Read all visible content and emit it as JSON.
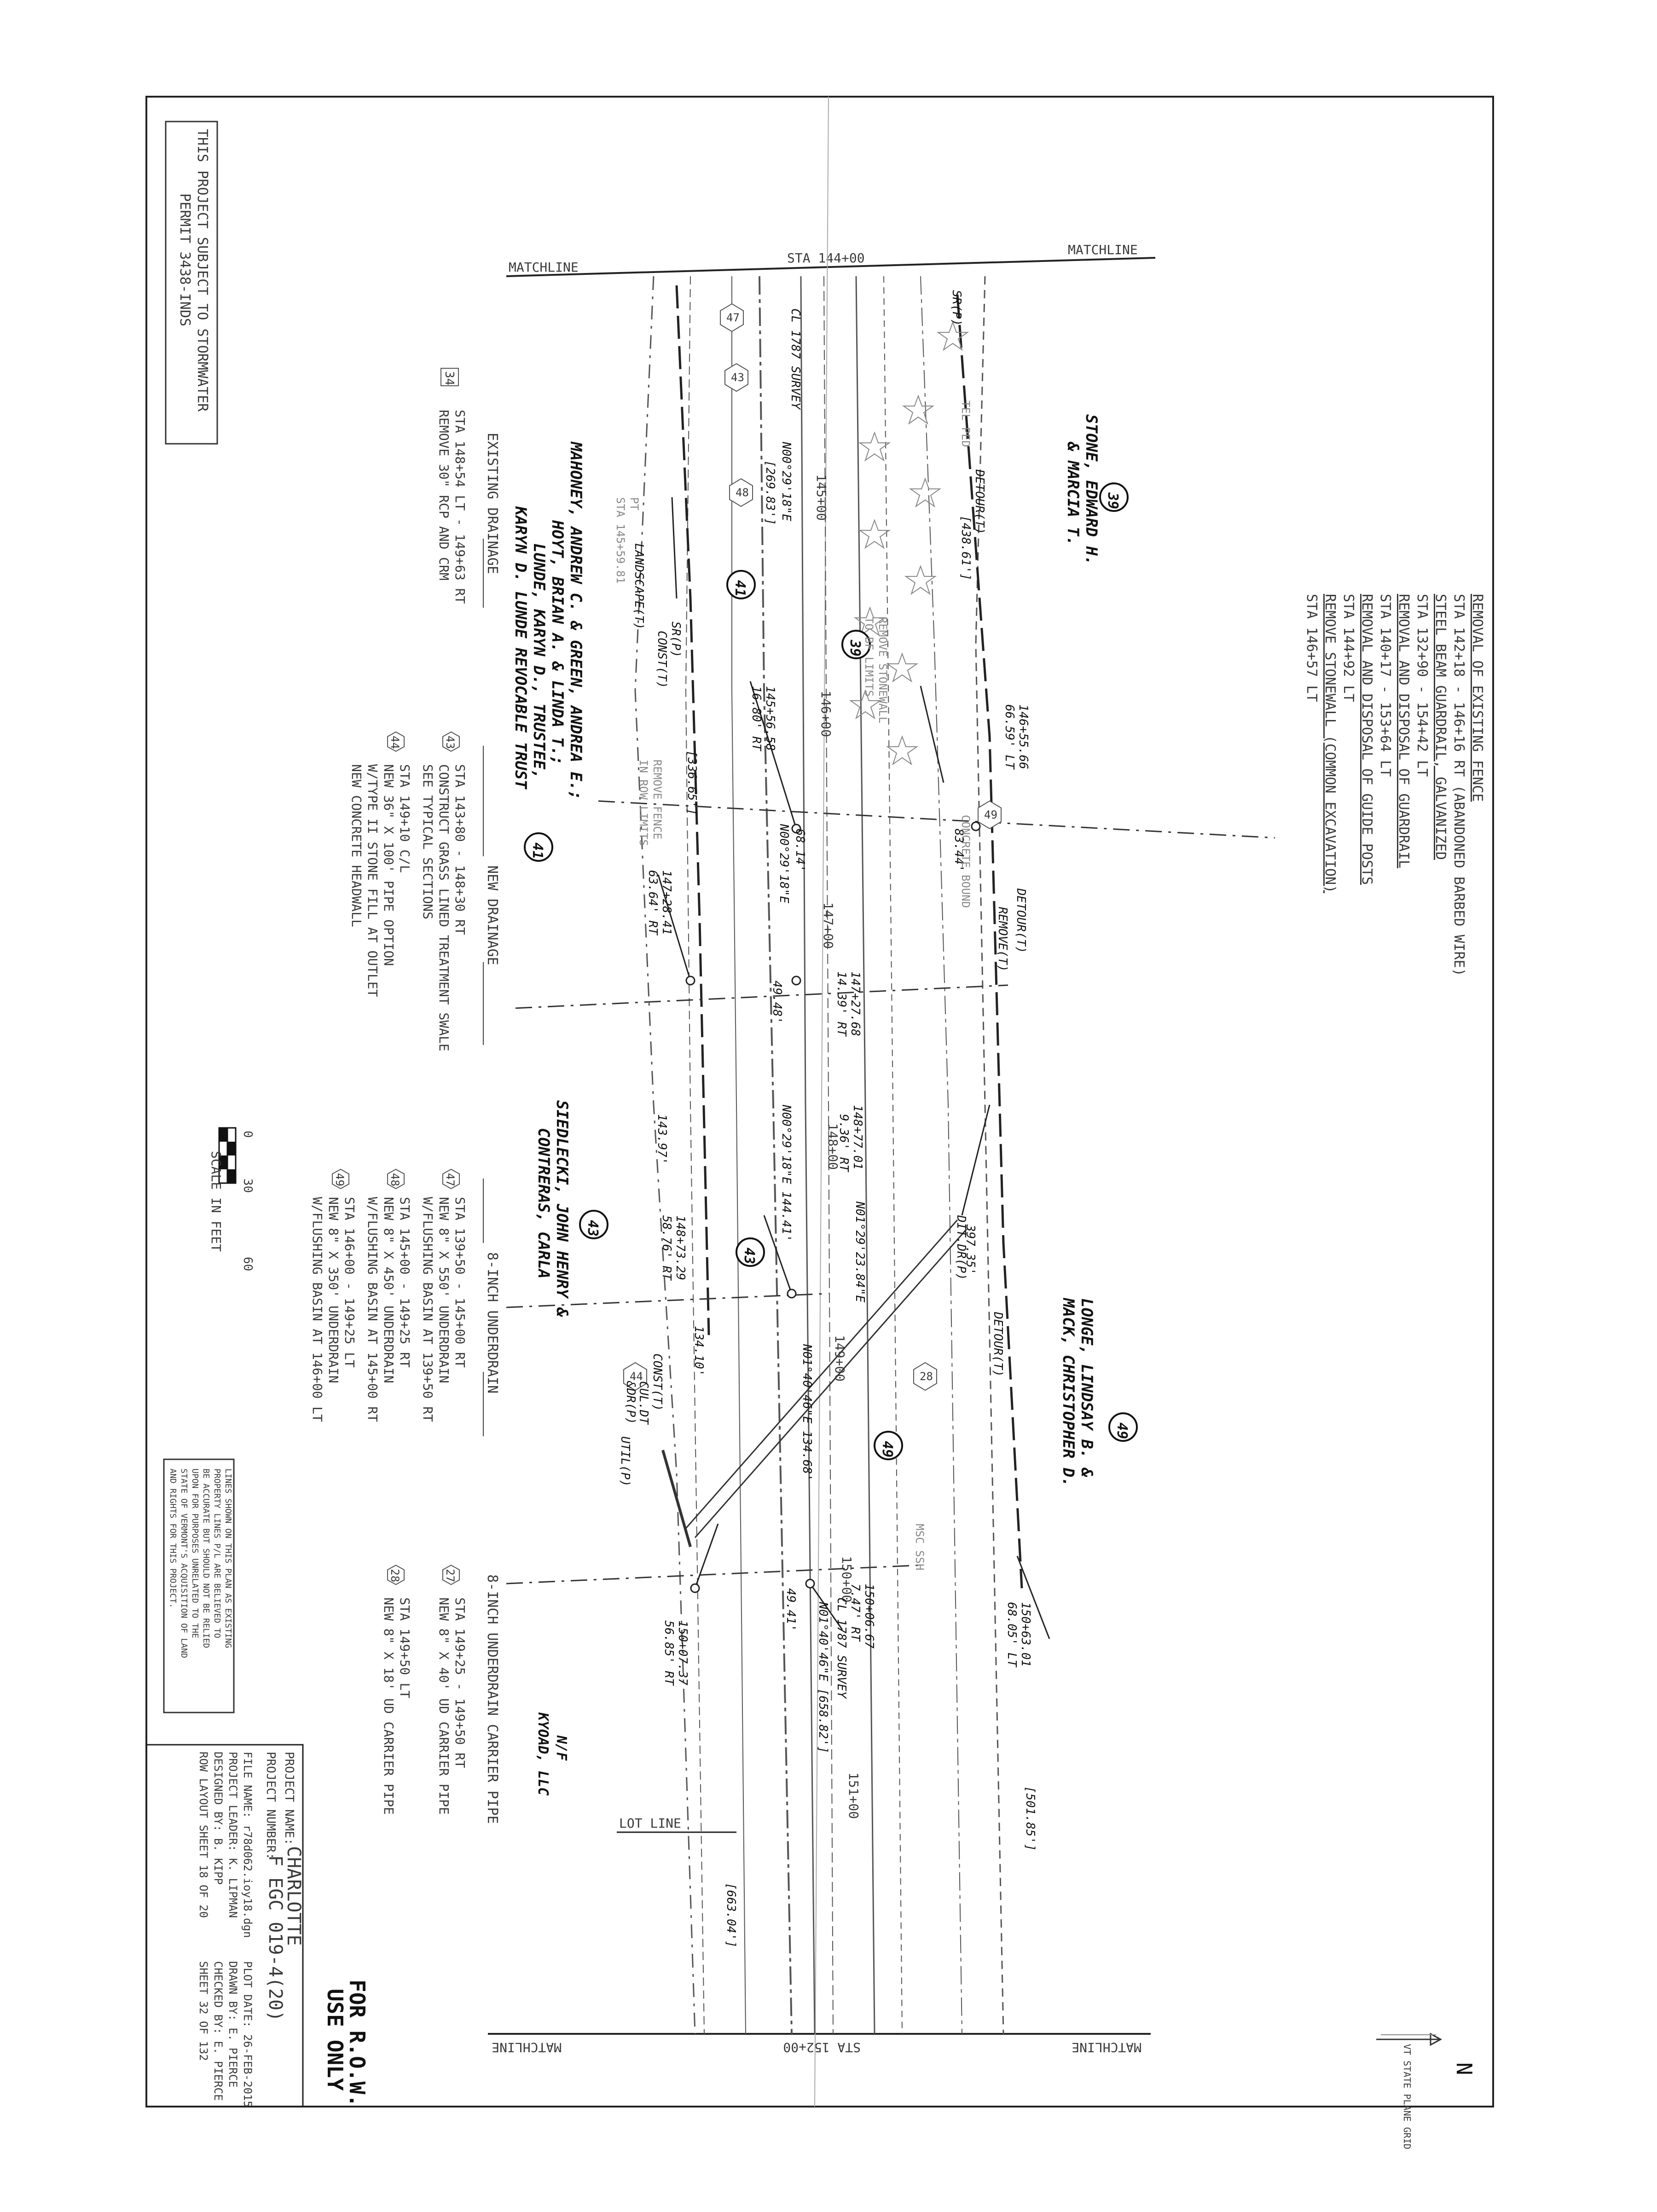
{
  "stormwater_note": {
    "line1": "THIS PROJECT SUBJECT TO STORMWATER",
    "line2": "PERMIT 3438-INDS"
  },
  "matchlines": {
    "top_left": "MATCHLINE",
    "top_right": "MATCHLINE",
    "top_station": "STA 144+00",
    "bottom_left": "MATCHLINE",
    "bottom_right": "MATCHLINE",
    "bottom_station": "STA 152+00"
  },
  "north_arrow": {
    "letter": "N",
    "label": "VT STATE PLANE GRID"
  },
  "removal_notes": [
    {
      "text": "REMOVAL OF EXISTING FENCE",
      "underline": true
    },
    {
      "text": "STA 142+18 - 146+16 RT (ABANDONED BARBED WIRE)",
      "underline": false
    },
    {
      "text": "STEEL BEAM GUARDRAIL, GALVANIZED",
      "underline": true
    },
    {
      "text": "STA 132+90 - 154+42 LT",
      "underline": false
    },
    {
      "text": "REMOVAL AND DISPOSAL OF GUARDRAIL",
      "underline": true
    },
    {
      "text": "STA 140+17 - 153+64 LT",
      "underline": false
    },
    {
      "text": "REMOVAL AND DISPOSAL OF GUIDE POSTS",
      "underline": true
    },
    {
      "text": "STA 144+92 LT",
      "underline": false
    },
    {
      "text": "REMOVE STONEWALL (COMMON EXCAVATION)",
      "underline": true
    },
    {
      "text": "STA 146+57 LT",
      "underline": false
    }
  ],
  "owners": {
    "o39": {
      "num": "39",
      "line1": "STONE, EDWARD H.",
      "line2": "& MARCIA T."
    },
    "o41": {
      "num": "41",
      "line1": "MAHONEY, ANDREW C. & GREEN, ANDREA E.;",
      "line2": "HOYT, BRIAN A. & LINDA T.;",
      "line3": "LUNDE, KARYN D., TRUSTEE,",
      "line4": "KARYN D. LUNDE REVOCABLE TRUST"
    },
    "o43": {
      "num": "43",
      "line1": "SIEDLECKI, JOHN HENRY &",
      "line2": "CONTRERAS, CARLA"
    },
    "o49": {
      "num": "49",
      "line1": "LONGE, LINDSAY B. &",
      "line2": "MACK, CHRISTOPHER D."
    },
    "nf": {
      "line1": "N/F",
      "line2": "KYOAD, LLC"
    }
  },
  "existing_drainage": {
    "heading": "EXISTING DRAINAGE",
    "items": [
      {
        "num": "34",
        "line1": "STA 148+54 LT - 149+63 RT",
        "line2": "REMOVE 30\" RCP AND CRM"
      }
    ]
  },
  "new_drainage": {
    "heading": "NEW DRAINAGE",
    "items": [
      {
        "num": "43",
        "line1": "STA 143+80 - 148+30 RT",
        "line2": "CONSTRUCT GRASS LINED TREATMENT SWALE",
        "line3": "SEE TYPICAL SECTIONS"
      },
      {
        "num": "44",
        "line1": "STA 149+10 C/L",
        "line2": "NEW 36\" X 100' PIPE OPTION",
        "line3": "W/TYPE II STONE FILL AT OUTLET",
        "line4": "NEW CONCRETE HEADWALL"
      }
    ]
  },
  "underdrain": {
    "heading": "8-INCH UNDERDRAIN",
    "items": [
      {
        "num": "47",
        "line1": "STA 139+50 - 145+00 RT",
        "line2": "NEW 8\" X 550' UNDERDRAIN",
        "line3": "W/FLUSHING BASIN AT 139+50 RT"
      },
      {
        "num": "48",
        "line1": "STA 145+00 - 149+25 RT",
        "line2": "NEW 8\" X 450' UNDERDRAIN",
        "line3": "W/FLUSHING BASIN AT 145+00 RT"
      },
      {
        "num": "49",
        "line1": "STA 146+00 - 149+25 LT",
        "line2": "NEW 8\" X 350' UNDERDRAIN",
        "line3": "W/FLUSHING BASIN AT 146+00 LT"
      }
    ]
  },
  "carrier_pipe": {
    "heading": "8-INCH UNDERDRAIN CARRIER PIPE",
    "items": [
      {
        "num": "27",
        "line1": "STA 149+25 - 149+50 RT",
        "line2": "NEW 8\" X 40' UD CARRIER PIPE"
      },
      {
        "num": "28",
        "line1": "STA 149+50 LT",
        "line2": "NEW 8\" X 18' UD CARRIER PIPE"
      }
    ]
  },
  "scale": {
    "label": "SCALE IN FEET",
    "t0": "0",
    "t30": "30",
    "t60": "60"
  },
  "disclaimer": [
    "LINES SHOWN ON THIS PLAN AS EXISTING",
    "PROPERTY LINES P/L ARE BELIEVED TO",
    "BE ACCURATE BUT SHOULD NOT BE RELIED",
    "UPON FOR PURPOSES UNRELATED TO THE",
    "STATE OF VERMONT'S ACQUISITION OF LAND",
    "AND RIGHTS FOR THIS PROJECT."
  ],
  "title_block": {
    "project_name_label": "PROJECT NAME:",
    "project_name": "CHARLOTTE",
    "project_number_label": "PROJECT NUMBER:",
    "project_number": "F EGC 019-4(20)",
    "file_name": "FILE NAME: r78d062.ioy18.dgn",
    "project_leader": "PROJECT LEADER: K. LIPMAN",
    "designed_by": "DESIGNED BY:    B. KIPP",
    "sheet_desc": "ROW LAYOUT SHEET 18 OF 20",
    "plot_date": "PLOT DATE: 26-FEB-2015",
    "drawn_by": "DRAWN BY:  E. PIERCE",
    "checked_by": "CHECKED BY: E. PIERCE",
    "sheet_num": "SHEET    32  OF  132",
    "row_line1": "FOR R.O.W.",
    "row_line2": "USE ONLY"
  },
  "labels": {
    "cl_survey_top": "CL 1787 SURVEY",
    "cl_survey_bottom": "CL 1787 SURVEY",
    "bearing1": "N00°29'18\"E",
    "bearing1_dist": "[269.83']",
    "bearing2": "N00°29'18\"E",
    "bearing3": "N00°29'18\"E  144.41'",
    "bearing4": "N01°40'46\"E  134.68'",
    "bearing5": "N01°40'46\"E [658.82']",
    "bearing6": "N01°29'23.84\"E",
    "sta_145": "145+00",
    "sta_146": "146+00",
    "sta_147": "147+00",
    "sta_148": "148+00",
    "sta_149": "149+00",
    "sta_150": "150+00",
    "sta_151": "151+00",
    "pt1a": "146+55.66",
    "pt1b": "66.59' LT",
    "pt2a": "145+56.58",
    "pt2b": "16.80' RT",
    "pt3a": "147+28.41",
    "pt3b": "63.64' RT",
    "pt4a": "147+27.68",
    "pt4b": "14.39' RT",
    "pt5a": "148+77.01",
    "pt5b": "9.36' RT",
    "pt6a": "148+73.29",
    "pt6b": "58.76' RT",
    "pt7a": "150+07.37",
    "pt7b": "56.85' RT",
    "pt8a": "150+06.67",
    "pt8b": "7.47' RT",
    "pt9a": "150+63.01",
    "pt9b": "68.05' LT",
    "d_438": "[438.61']",
    "d_336": "[336.65']",
    "d_143": "143.97'",
    "d_134": "134.10'",
    "d_397": "397.35'",
    "d_501": "[501.85']",
    "d_663": "[663.04']",
    "d_8344": "83.44'",
    "d_4948": "49.48'",
    "d_4941": "49.41'",
    "d_6814": "68.14'",
    "sta_145_59": "STA 145+59.81",
    "pt_label": "PT",
    "sr_p": "SR(P)",
    "sr_p2": "SR(P)",
    "detour": "DETOUR(T)",
    "detour2": "DETOUR(T)",
    "detour3": "DETOUR(T)",
    "remove_t": "REMOVE(T)",
    "landscape_t": "LANDSCAPE(T)",
    "const_t": "CONST(T)",
    "const_t2": "CONST(T)",
    "cul_dt": "CUL.DT",
    "cul_dt2": "&DR(P)",
    "dit_dr": "DIT.DR(P)",
    "util_p": "UTIL(P)",
    "remove_stonewall": "REMOVE STONEWALL",
    "remove_stonewall2": "TO BF LIMITS",
    "remove_fence": "REMOVE FENCE",
    "remove_fence2": "IN ROW LIMITS",
    "lot_line": "LOT LINE",
    "concrete_bound": "CONCRETE BOUND",
    "tel_ped": "TEL PED",
    "msc_ssh": "MSC SSH"
  }
}
